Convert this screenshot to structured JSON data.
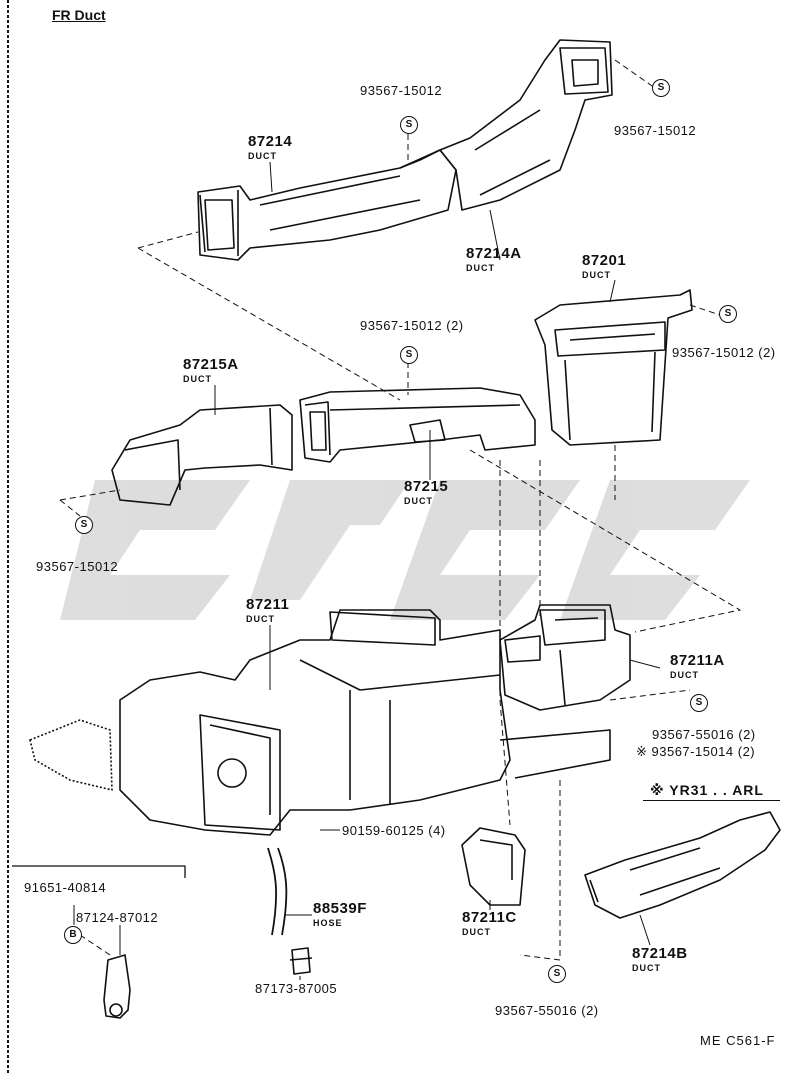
{
  "diagram": {
    "title": "FR Duct",
    "drawing_code": "ME C561-F",
    "variant_note": "※ YR31 . . ARL",
    "fastener_symbols": {
      "screw": "S",
      "bolt": "B"
    },
    "parts": {
      "p87214": {
        "number": "87214",
        "desc": "DUCT"
      },
      "p87214A": {
        "number": "87214A",
        "desc": "DUCT"
      },
      "p87201": {
        "number": "87201",
        "desc": "DUCT"
      },
      "p87215A": {
        "number": "87215A",
        "desc": "DUCT"
      },
      "p87215": {
        "number": "87215",
        "desc": "DUCT"
      },
      "p87211": {
        "number": "87211",
        "desc": "DUCT"
      },
      "p87211A": {
        "number": "87211A",
        "desc": "DUCT"
      },
      "p87211C": {
        "number": "87211C",
        "desc": "DUCT"
      },
      "p87214B": {
        "number": "87214B",
        "desc": "DUCT"
      },
      "p88539F": {
        "number": "88539F",
        "desc": "HOSE"
      }
    },
    "fasteners": {
      "f1": "93567-15012",
      "f2": "93567-15012",
      "f3": "93567-15012 (2)",
      "f4": "93567-15012 (2)",
      "f5": "93567-15012",
      "f6": "93567-55016 (2)",
      "f7": "※ 93567-15014 (2)",
      "f8": "90159-60125 (4)",
      "f9": "93567-55016 (2)",
      "f10": "91651-40814",
      "f11": "87124-87012",
      "f12": "87173-87005"
    }
  }
}
